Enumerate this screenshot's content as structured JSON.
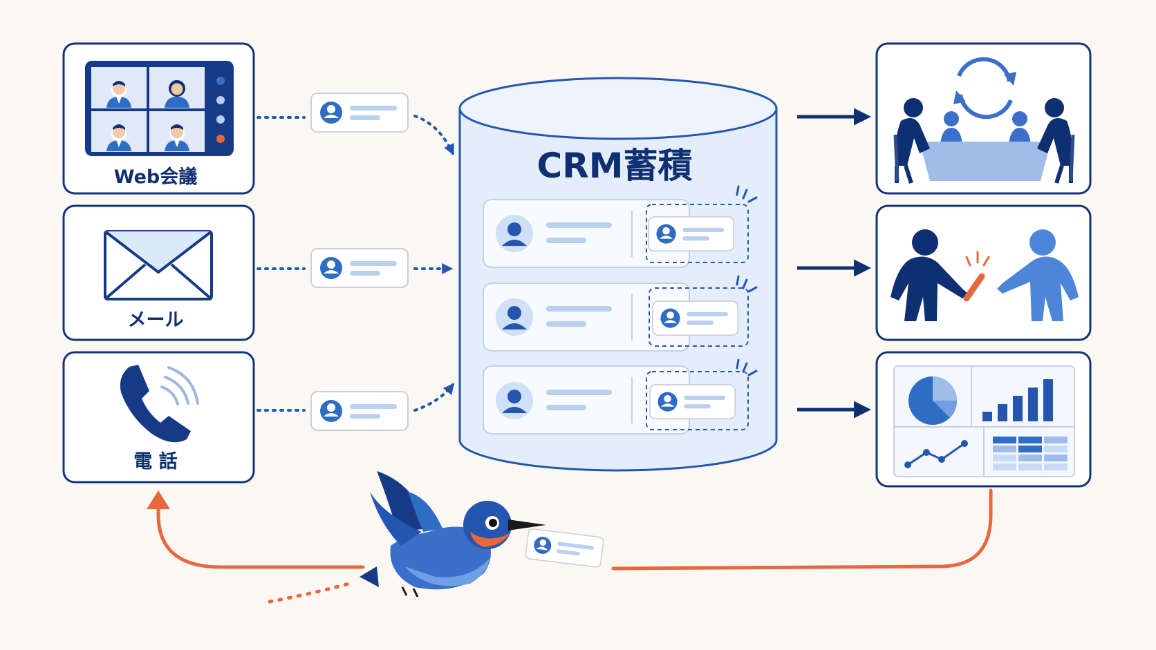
{
  "sources": {
    "web_meeting": {
      "label": "Web会議",
      "icon": "video-conference-icon"
    },
    "mail": {
      "label": "メール",
      "icon": "envelope-icon"
    },
    "phone": {
      "label": "電 話",
      "icon": "phone-icon"
    }
  },
  "crm": {
    "title": "CRM蓄積",
    "icon": "database-cylinder-icon",
    "record_count": 3
  },
  "outputs": [
    {
      "icon": "meeting-sync-icon"
    },
    {
      "icon": "handshake-icon"
    },
    {
      "icon": "dashboard-analytics-icon"
    }
  ],
  "mascot": {
    "icon": "kingfisher-bird-icon"
  },
  "colors": {
    "navy": "#0f2f73",
    "blue": "#2f6cc4",
    "light_blue": "#dce9fb",
    "orange": "#e8683d",
    "background": "#fbf8f3"
  }
}
